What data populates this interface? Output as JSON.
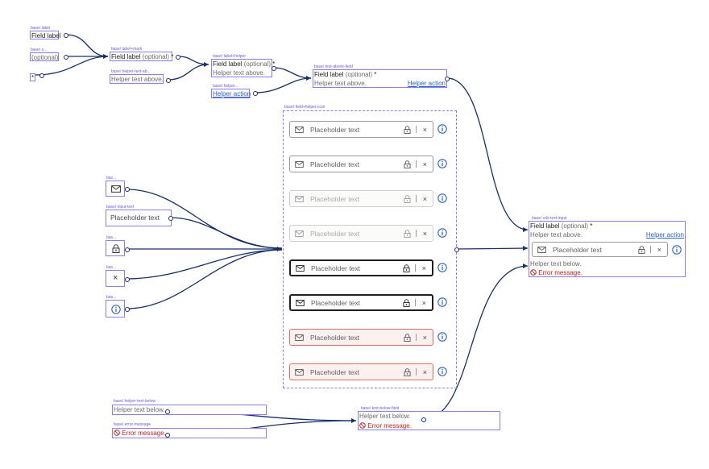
{
  "nodes": {
    "label_tag": "base/ label",
    "field_label": "Field label",
    "optional_tag": "base/ o...",
    "optional_text": "(optional)",
    "asterisk": "*",
    "label_mark_tag": "base/ label+mark",
    "label_mark_main": "Field label",
    "label_mark_optional": "(optional)",
    "label_mark_asterisk": "*",
    "helper_above_tag": "base/ helper-text-ab...",
    "helper_above_text": "Helper text above.",
    "label_helper_tag": "base/ label+helper",
    "label_helper_main": "Field label",
    "label_helper_optional": "(optional)",
    "label_helper_asterisk": "*",
    "label_helper_text": "Helper text above.",
    "helper_action_tag": "base/ helper...",
    "helper_action_text": "Helper action",
    "text_above_tag": "base/ text-above-field",
    "text_above_label": "Field label",
    "text_above_optional": "(optional)",
    "text_above_asterisk": "*",
    "text_above_helper": "Helper text above.",
    "text_above_action": "Helper action",
    "field_helper_icon_tag": "base/ field+helper-icon",
    "icon_tag_1": "bas...",
    "input_text_tag": "base/ input-text",
    "input_placeholder": "Placeholder text",
    "icon_tag_2": "bas...",
    "icon_tag_3": "bas...",
    "close_glyph": "×",
    "icon_tag_4": "bas...",
    "cds_tag": "base/ cds-text-input",
    "cds_label": "Field label",
    "cds_optional": "(optional)",
    "cds_asterisk": "*",
    "cds_helper_above": "Helper text above.",
    "cds_helper_action": "Helper action",
    "cds_placeholder": "Placeholder text",
    "cds_helper_below": "Helper text below.",
    "cds_error": "Error message.",
    "helper_below_tag": "base/ helper-text-below",
    "helper_below_text": "Helper text below.",
    "error_tag": "base/ error-message",
    "error_text": "Error message.",
    "text_below_tag": "base/ text-below-field",
    "text_below_helper": "Helper text below.",
    "text_below_error": "Error message."
  },
  "variants": [
    {
      "state": "default",
      "placeholder": "Placeholder text",
      "close": "×"
    },
    {
      "state": "default",
      "placeholder": "Placeholder text",
      "close": "×"
    },
    {
      "state": "disabled",
      "placeholder": "Placeholder text",
      "close": "×"
    },
    {
      "state": "disabled",
      "placeholder": "Placeholder text",
      "close": "×"
    },
    {
      "state": "focus",
      "placeholder": "Placeholder text",
      "close": "×"
    },
    {
      "state": "focus",
      "placeholder": "Placeholder text",
      "close": "×"
    },
    {
      "state": "error",
      "placeholder": "Placeholder text",
      "close": "×"
    },
    {
      "state": "error",
      "placeholder": "Placeholder text",
      "close": "×"
    }
  ],
  "colors": {
    "frame": "#8b7cf6",
    "connector": "#17306b",
    "link": "#2a63c8",
    "error": "#c5221f",
    "info_icon": "#2a63c8"
  },
  "icons": [
    "component-icon",
    "lock-icon",
    "envelope-icon",
    "close-icon",
    "info-icon",
    "error-circle-icon"
  ]
}
